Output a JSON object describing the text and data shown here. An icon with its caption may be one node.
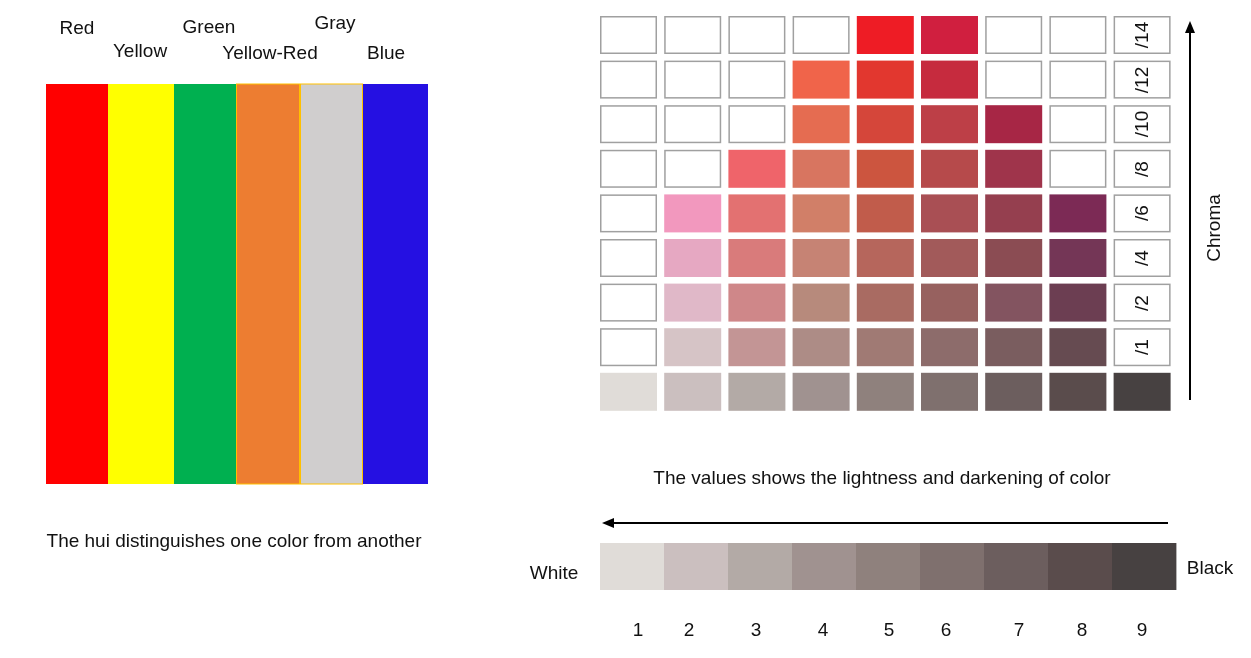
{
  "diagram": {
    "labels": [
      "Red",
      "Yellow",
      "Green",
      "Yellow-Red",
      "Gray",
      "Blue",
      "The hui distinguishes one color from another",
      "/14",
      "/12",
      "/10",
      "/8",
      "/6",
      "/4",
      "/2",
      "/1",
      "Chroma",
      "The values shows the lightness and darkening of color",
      "White",
      "Black",
      "1",
      "2",
      "3",
      "4",
      "5",
      "6",
      "7",
      "8",
      "9"
    ]
  }
}
